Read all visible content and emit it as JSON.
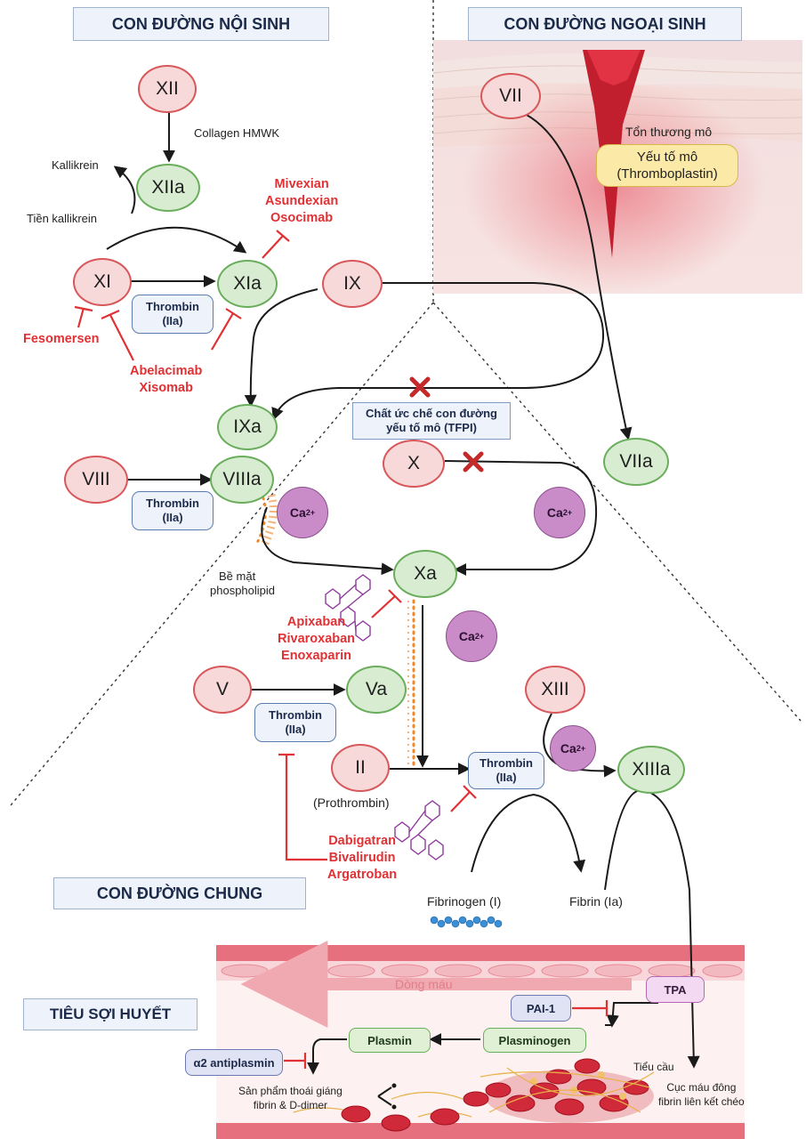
{
  "headers": {
    "intrinsic": "CON ĐƯỜNG NỘI SINH",
    "extrinsic": "CON ĐƯỜNG NGOẠI SINH",
    "common": "CON ĐƯỜNG CHUNG",
    "fibrinolysis": "TIÊU SỢI HUYẾT"
  },
  "factors": {
    "xii": "XII",
    "xiia": "XIIa",
    "xi": "XI",
    "xia": "XIa",
    "ix": "IX",
    "ixa": "IXa",
    "viii": "VIII",
    "viiia": "VIIIa",
    "vii": "VII",
    "viia": "VIIa",
    "x": "X",
    "xa": "Xa",
    "v": "V",
    "va": "Va",
    "ii": "II",
    "xiii": "XIII",
    "xiiia": "XIIIa"
  },
  "calcium": {
    "base": "Ca",
    "charge": "2+"
  },
  "thrombin": {
    "name": "Thrombin",
    "code": "(IIa)"
  },
  "labels": {
    "collagen": "Collagen HMWK",
    "kallikrein": "Kallikrein",
    "prekallikrein": "Tiền kallikrein",
    "tissue_injury": "Tổn thương mô",
    "tissue_factor_1": "Yếu tố mô",
    "tissue_factor_2": "(Thromboplastin)",
    "tfpi_1": "Chất ức chế con đường",
    "tfpi_2": "yếu tố mô (TFPI)",
    "phospholipid_1": "Bề mặt",
    "phospholipid_2": "phospholipid",
    "prothrombin": "(Prothrombin)",
    "fibrinogen": "Fibrinogen (I)",
    "fibrin": "Fibrin (Ia)",
    "blood_flow": "Dòng máu",
    "platelet": "Tiểu cầu",
    "clot_1": "Cục máu đông",
    "clot_2": "fibrin liên kết chéo",
    "degradation_1": "Sản phẩm thoái giáng",
    "degradation_2": "fibrin & D-dimer"
  },
  "drugs": {
    "xia_inhibitors": [
      "Mivexian",
      "Asundexian",
      "Osocimab"
    ],
    "fesomersen": "Fesomersen",
    "abelacimab": [
      "Abelacimab",
      "Xisomab"
    ],
    "xa_inhibitors": [
      "Apixaban",
      "Rivaroxaban",
      "Enoxaparin"
    ],
    "thrombin_inhibitors": [
      "Dabigatran",
      "Bivalirudin",
      "Argatroban"
    ]
  },
  "fibrinolysis": {
    "tpa": "TPA",
    "pai1": "PAI-1",
    "plasmin": "Plasmin",
    "plasminogen": "Plasminogen",
    "antiplasmin": "α2 antiplasmin"
  },
  "colors": {
    "activated_fill": "#d8ecd1",
    "zymogen_fill": "#f7d9d9",
    "drug_red": "#e03134",
    "calcium": "#c98cc8",
    "header_fill": "#eef3fb"
  }
}
